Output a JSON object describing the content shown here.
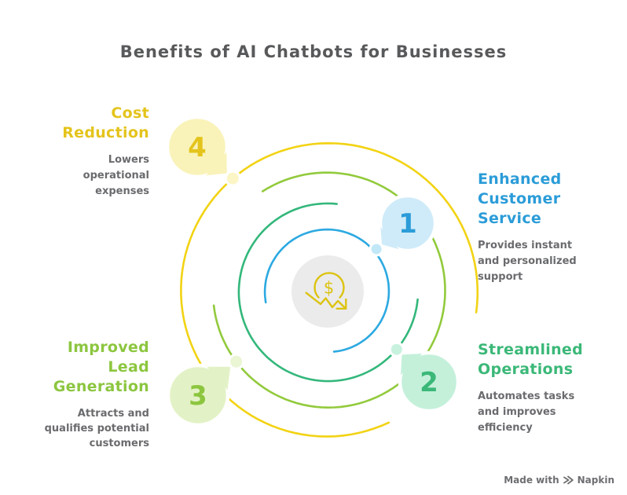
{
  "title": "Benefits of AI Chatbots for Businesses",
  "center": {
    "symbol": "$"
  },
  "items": [
    {
      "number": "1",
      "title": "Enhanced Customer Service",
      "description": "Provides instant and personalized support",
      "color": "#2B9CD8",
      "arc_color": "#2CA9E1",
      "bubble_fill": "#CFEBF9",
      "node_fill": "#C2E8F8"
    },
    {
      "number": "2",
      "title": "Streamlined Operations",
      "description": "Automates tasks and improves efficiency",
      "color": "#3BB878",
      "arc_color": "#33B77B",
      "bubble_fill": "#C4F0DA",
      "node_fill": "#C8F2DE"
    },
    {
      "number": "3",
      "title": "Improved Lead Generation",
      "description": "Attracts and qualifies potential customers",
      "color": "#8CC63F",
      "arc_color": "#92CA3C",
      "bubble_fill": "#E3F2C6",
      "node_fill": "#EAF6D4"
    },
    {
      "number": "4",
      "title": "Cost Reduction",
      "description": "Lowers operational expenses",
      "color": "#E4C41C",
      "arc_color": "#F2D313",
      "bubble_fill": "#F9F3BA",
      "node_fill": "#FCF6C6"
    }
  ],
  "icon_colors": {
    "center_icon": "#DCC311",
    "center_disc": "#EBEBEB"
  },
  "footer": {
    "made_with": "Made with",
    "brand": "Napkin"
  }
}
